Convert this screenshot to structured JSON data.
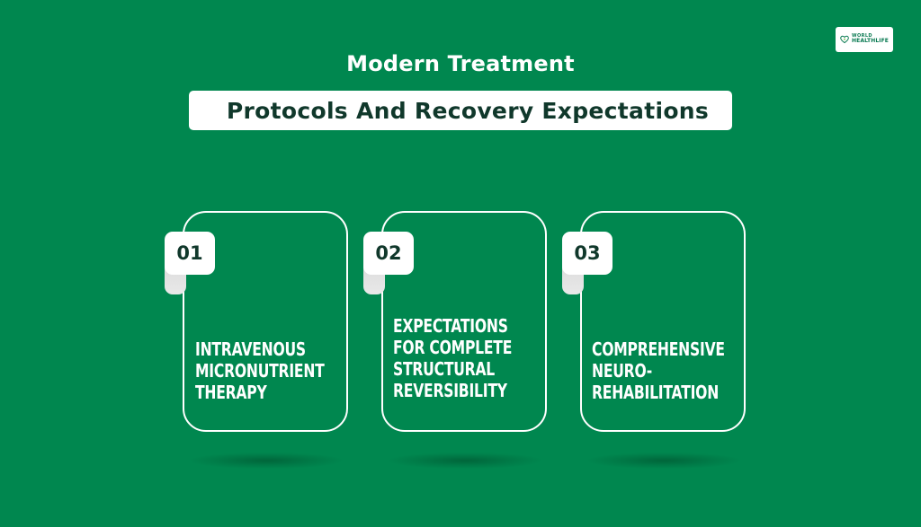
{
  "logo": {
    "line1": "WORLD",
    "line2": "HEALTHLIFE"
  },
  "header": {
    "title_line1": "Modern Treatment",
    "title_line2": "Protocols And Recovery Expectations"
  },
  "cards": [
    {
      "number": "01",
      "text_lines": [
        "INTRAVENOUS",
        "MICRONUTRIENT",
        "THERAPY"
      ]
    },
    {
      "number": "02",
      "text_lines": [
        "EXPECTATIONS",
        "FOR COMPLETE",
        "STRUCTURAL",
        "REVERSIBILITY"
      ]
    },
    {
      "number": "03",
      "text_lines": [
        "COMPREHENSIVE",
        "NEURO-",
        "REHABILITATION"
      ]
    }
  ],
  "colors": {
    "background": "#00874f",
    "dark_text": "#10382b",
    "logo_accent": "#0a7a52"
  }
}
